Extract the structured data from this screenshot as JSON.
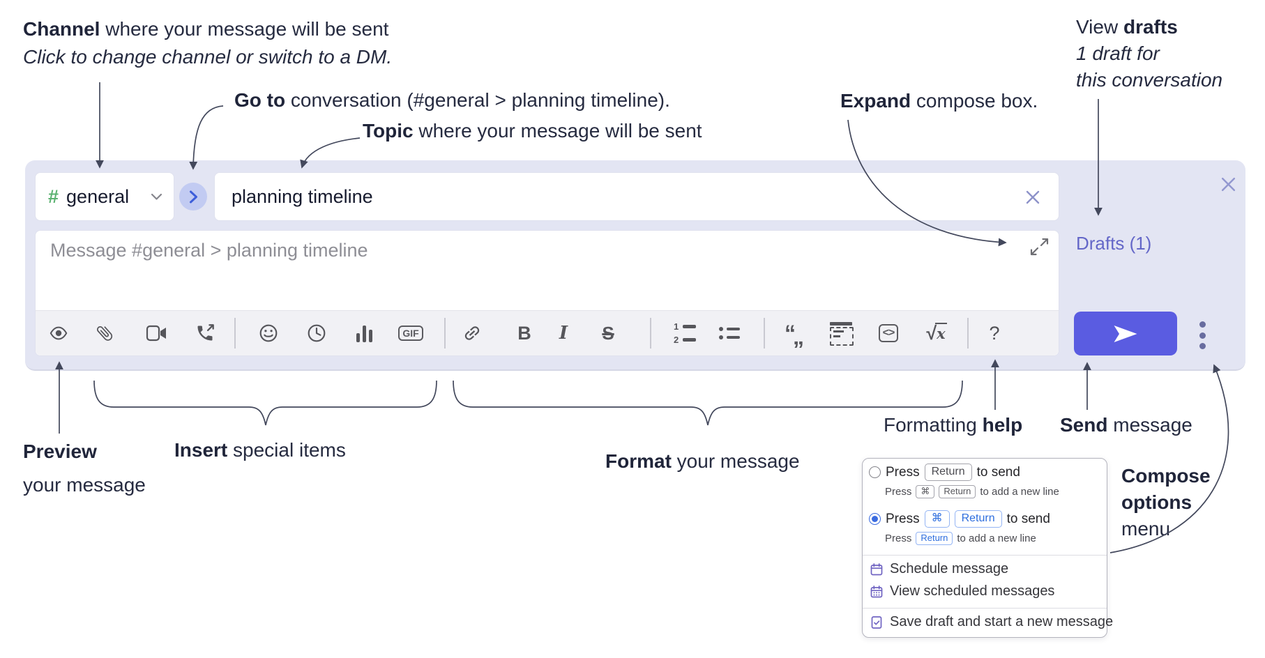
{
  "colors": {
    "accent_send_button": "#5a5ce1",
    "compose_background": "#e3e5f3",
    "drafts_link": "#6467c8",
    "channel_hash_green": "#5bb271",
    "key_blue": "#2e6ede",
    "menu_icon_purple": "#7064c2",
    "go_circle_bg": "#c2cbf2"
  },
  "annotations": {
    "channel": {
      "bold": "Channel",
      "rest": " where your message will be sent",
      "sub_italic": "Click to change channel or switch to a DM."
    },
    "go_to": {
      "bold": "Go to",
      "rest": " conversation (#general > planning timeline)."
    },
    "topic": {
      "bold": "Topic",
      "rest": " where your message will be sent"
    },
    "expand": {
      "bold": "Expand",
      "rest": " compose box."
    },
    "view_drafts": {
      "pre": "View ",
      "bold": "drafts",
      "line2_italic": "1 draft for",
      "line3_italic": "this conversation"
    },
    "preview": {
      "bold": "Preview",
      "line2": "your message"
    },
    "insert": {
      "bold": "Insert",
      "rest": " special items"
    },
    "format": {
      "bold": "Format",
      "rest": " your message"
    },
    "formatting_help": {
      "pre": "Formatting ",
      "bold": "help"
    },
    "send": {
      "bold": "Send",
      "rest": " message"
    },
    "compose_options": {
      "line1_bold": "Compose",
      "line2_bold": "options",
      "line3": "menu"
    }
  },
  "compose": {
    "channel_hash": "#",
    "channel_name": "general",
    "topic_value": "planning timeline",
    "message_placeholder": "Message #general > planning timeline",
    "drafts_link": "Drafts (1)"
  },
  "toolbar": {
    "gif": "GIF",
    "bold": "B",
    "italic": "I",
    "strike": "S",
    "code": "<>",
    "sqrt": "√",
    "sqrt_var": "x",
    "quote_open": "“",
    "quote_close": "„",
    "help": "?",
    "ol": [
      "1",
      "2"
    ]
  },
  "popup": {
    "row1": {
      "press": "Press",
      "key_return": "Return",
      "suffix": "to send"
    },
    "row1_sub": {
      "press": "Press",
      "key_cmd": "⌘",
      "key_return": "Return",
      "suffix": "to add a new line"
    },
    "row2": {
      "press": "Press",
      "key_cmd": "⌘",
      "key_return": "Return",
      "suffix": "to send"
    },
    "row2_sub": {
      "press": "Press",
      "key_return": "Return",
      "suffix": "to add a new line"
    },
    "items": [
      {
        "label": "Schedule message"
      },
      {
        "label": "View scheduled messages"
      },
      {
        "label": "Save draft and start a new message"
      }
    ]
  }
}
